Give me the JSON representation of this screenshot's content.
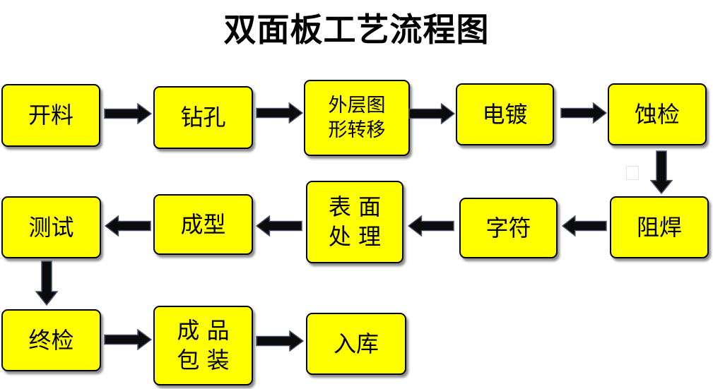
{
  "title": "双面板工艺流程图",
  "colors": {
    "box_fill": "#FFFF00",
    "box_border": "#000000",
    "arrow": "#0b0b0d"
  },
  "nodes": [
    {
      "lines": [
        "开料"
      ]
    },
    {
      "lines": [
        "钻孔"
      ]
    },
    {
      "lines": [
        "外层图",
        "形转移"
      ]
    },
    {
      "lines": [
        "电镀"
      ]
    },
    {
      "lines": [
        "蚀检"
      ]
    },
    {
      "lines": [
        "阻焊"
      ]
    },
    {
      "lines": [
        "字符"
      ]
    },
    {
      "lines": [
        "表 面",
        "处 理"
      ]
    },
    {
      "lines": [
        "成型"
      ]
    },
    {
      "lines": [
        "测试"
      ]
    },
    {
      "lines": [
        "终检"
      ]
    },
    {
      "lines": [
        "成 品",
        "包 装"
      ]
    },
    {
      "lines": [
        "入库"
      ]
    }
  ],
  "edges": [
    [
      0,
      1
    ],
    [
      1,
      2
    ],
    [
      2,
      3
    ],
    [
      3,
      4
    ],
    [
      4,
      5
    ],
    [
      5,
      6
    ],
    [
      6,
      7
    ],
    [
      7,
      8
    ],
    [
      8,
      9
    ],
    [
      9,
      10
    ],
    [
      10,
      11
    ],
    [
      11,
      12
    ]
  ]
}
